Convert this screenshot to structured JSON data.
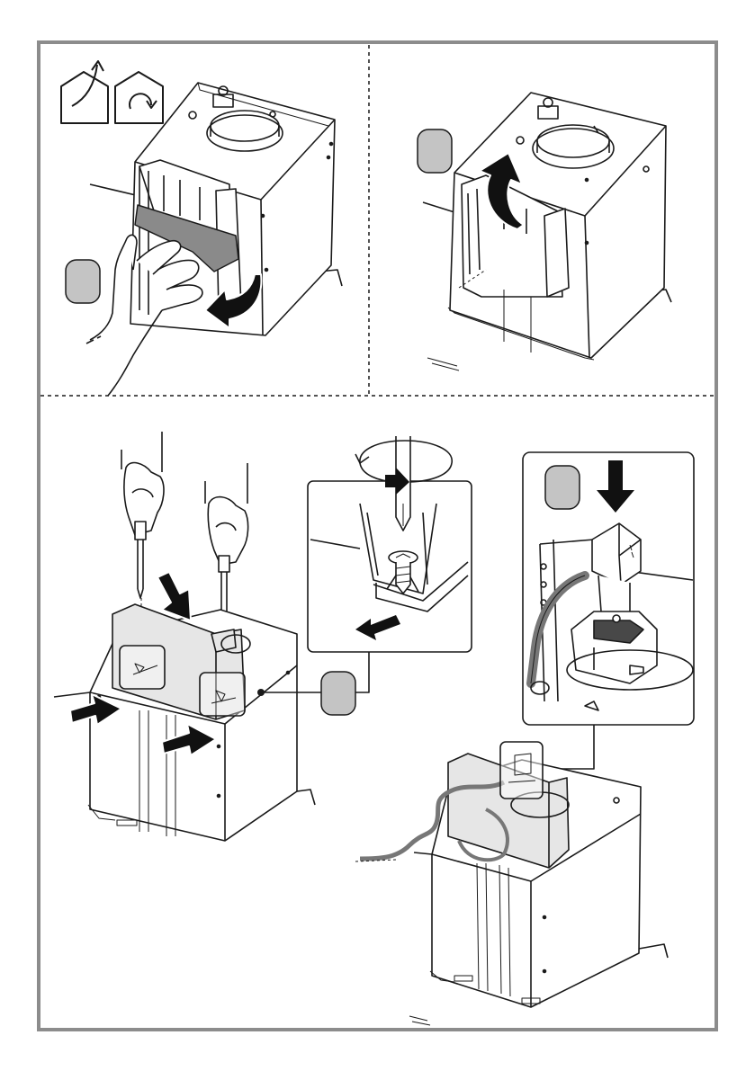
{
  "colors": {
    "frame": "#8c8c8c",
    "line": "#1a1a1a",
    "panel_fill": "#e6e6e6",
    "band_fill": "#8a8a8a",
    "badge_fill": "#c4c4c4",
    "arrow_fill": "#111111",
    "cable": "#777777"
  },
  "icons": [
    "house-exhaust-icon",
    "house-recirculation-icon"
  ],
  "panels": [
    {
      "id": "remove-filter-tape",
      "step_badge": ""
    },
    {
      "id": "lift-cassette",
      "step_badge": ""
    },
    {
      "id": "screw-fix-cassette",
      "step_badge": ""
    },
    {
      "id": "plug-connector",
      "step_badge": ""
    }
  ]
}
